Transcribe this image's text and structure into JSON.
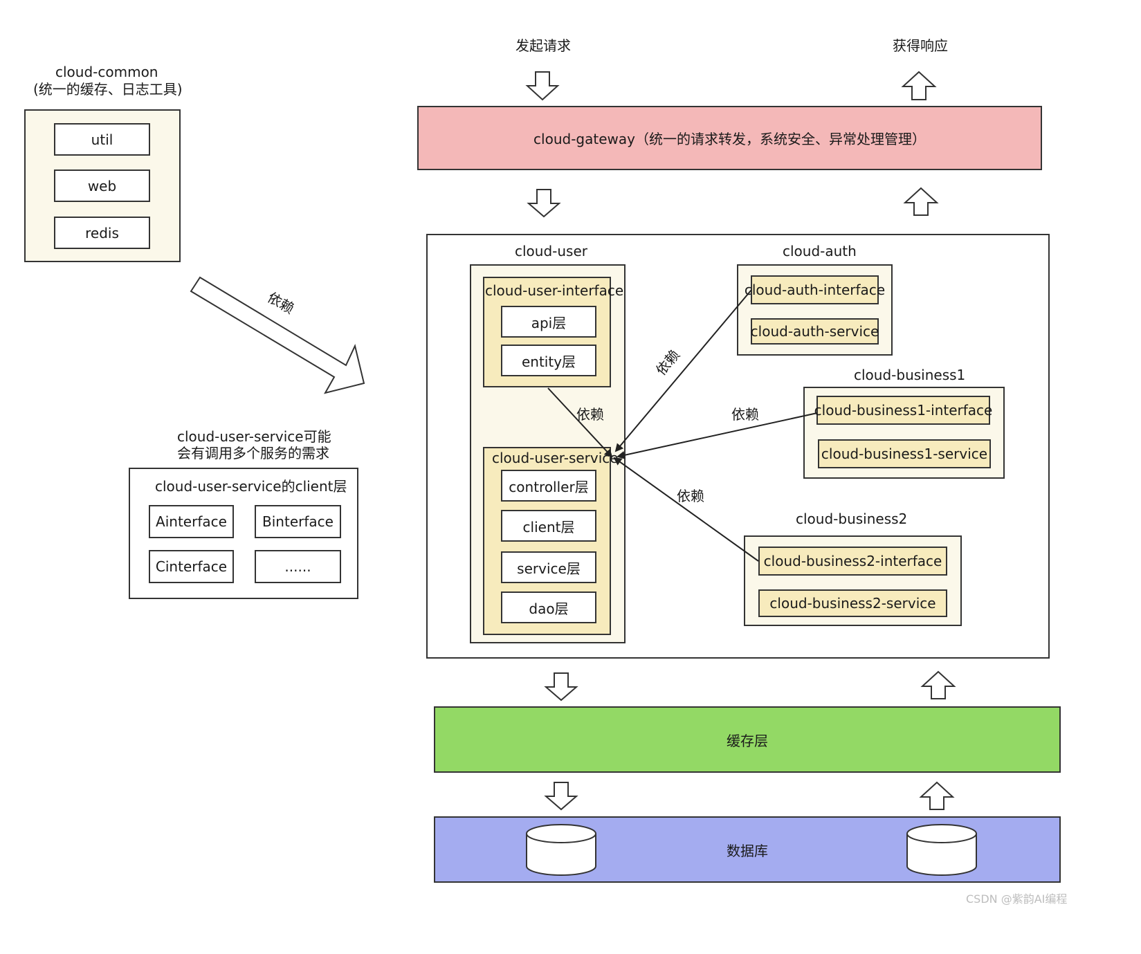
{
  "colors": {
    "gateway": "#f4b8b8",
    "cache": "#93d965",
    "database": "#a4acf0",
    "module": "#fbf8ea",
    "sub": "#f7ebbd"
  },
  "top": {
    "request": "发起请求",
    "response": "获得响应"
  },
  "gateway": {
    "label": "cloud-gateway（统一的请求转发，系统安全、异常处理管理）"
  },
  "common": {
    "title": "cloud-common",
    "subtitle": "(统一的缓存、日志工具)",
    "items": [
      "util",
      "web",
      "redis"
    ]
  },
  "dep_label": "依赖",
  "client_note": {
    "line1": "cloud-user-service可能",
    "line2": "会有调用多个服务的需求"
  },
  "client_box": {
    "title": "cloud-user-service的client层",
    "items": [
      "Ainterface",
      "Binterface",
      "Cinterface",
      "......"
    ]
  },
  "user": {
    "title": "cloud-user",
    "interface": {
      "title": "cloud-user-interface",
      "items": [
        "api层",
        "entity层"
      ]
    },
    "service": {
      "title": "cloud-user-service",
      "items": [
        "controller层",
        "client层",
        "service层",
        "dao层"
      ]
    }
  },
  "auth": {
    "title": "cloud-auth",
    "items": [
      "cloud-auth-interface",
      "cloud-auth-service"
    ]
  },
  "business1": {
    "title": "cloud-business1",
    "items": [
      "cloud-business1-interface",
      "cloud-business1-service"
    ]
  },
  "business2": {
    "title": "cloud-business2",
    "items": [
      "cloud-business2-interface",
      "cloud-business2-service"
    ]
  },
  "cache": {
    "label": "缓存层"
  },
  "database": {
    "label": "数据库"
  },
  "watermark": "CSDN @紫韵AI编程"
}
